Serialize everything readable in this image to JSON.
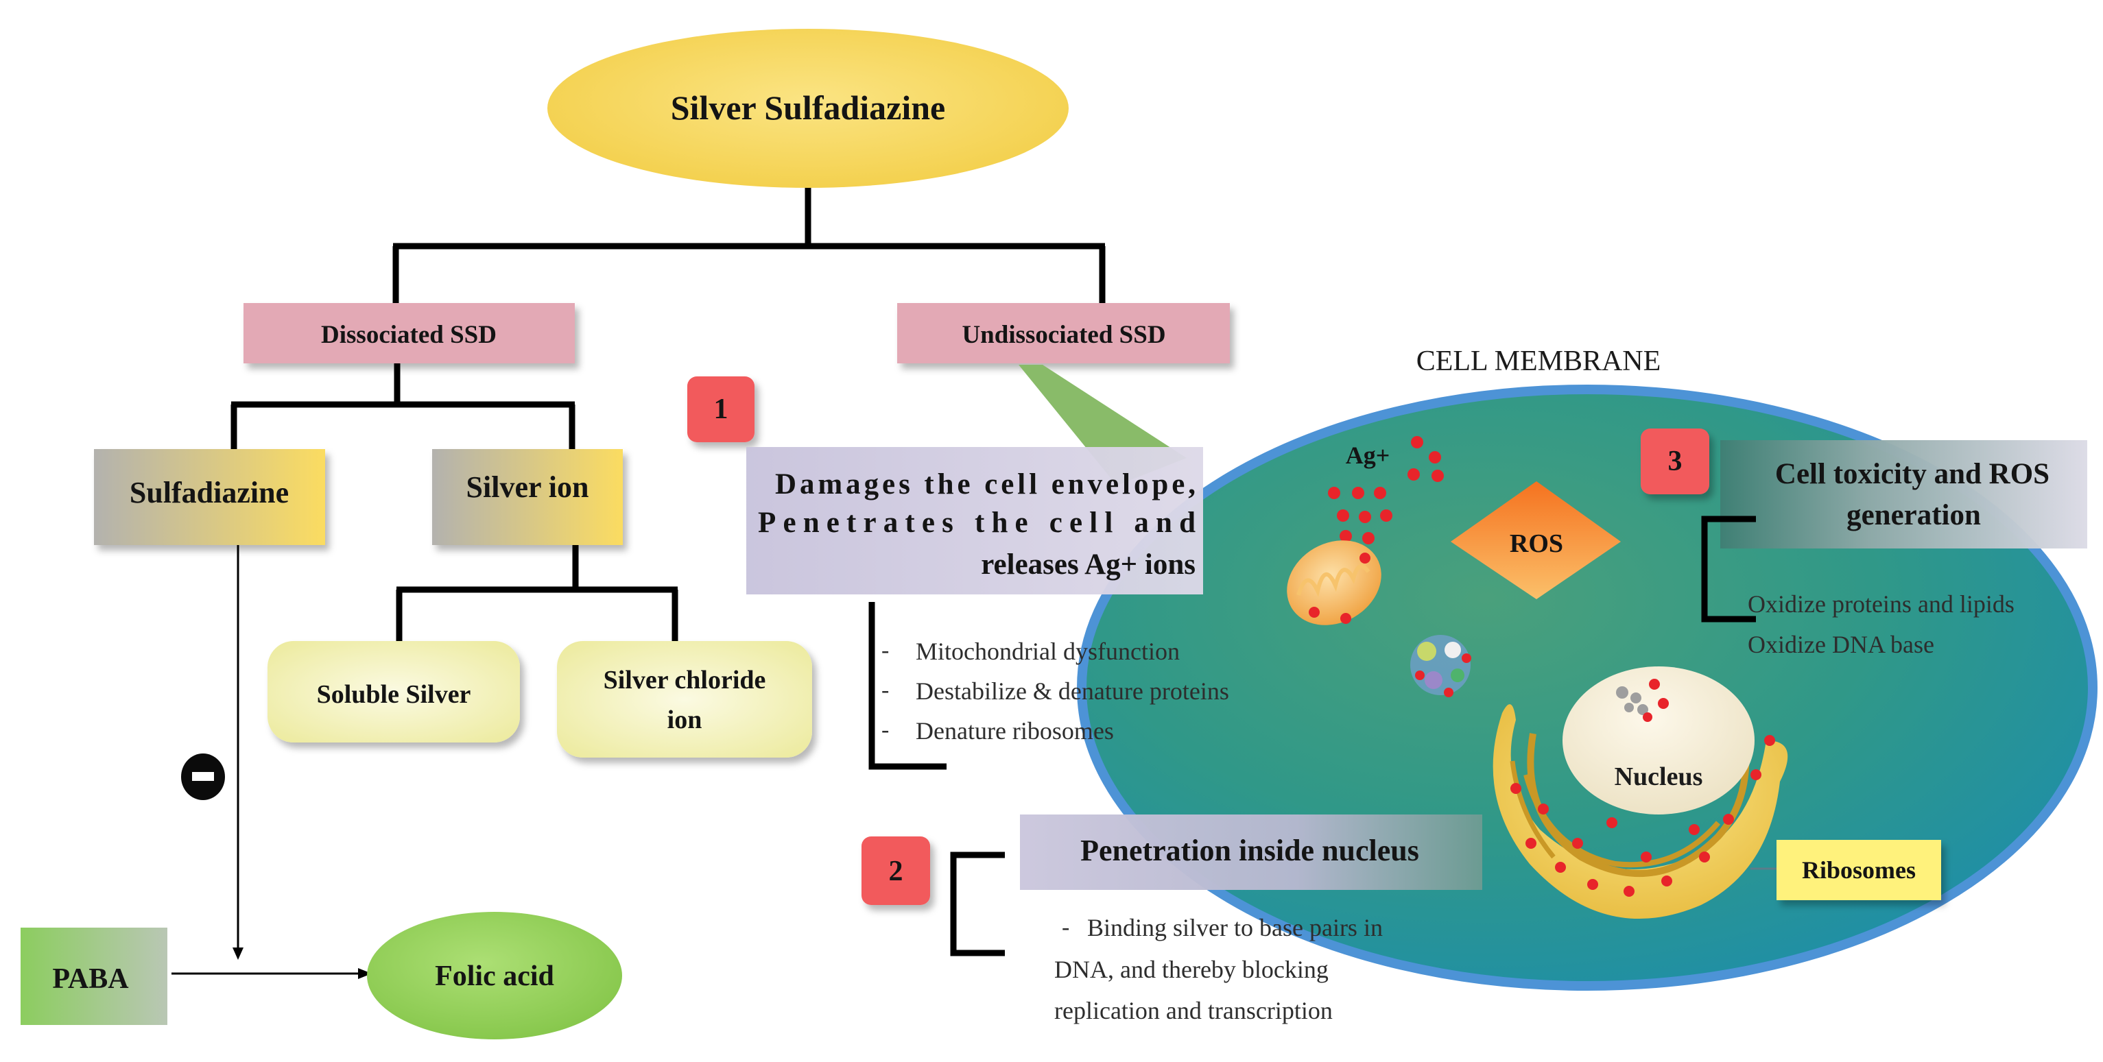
{
  "title": "Silver Sulfadiazine",
  "branches": {
    "dissociated": "Dissociated SSD",
    "undissociated": "Undissociated SSD"
  },
  "dissociated_children": {
    "sulfadiazine": "Sulfadiazine",
    "silver_ion": "Silver ion",
    "soluble_silver": "Soluble Silver",
    "silver_chloride_ion": [
      "Silver chloride",
      "ion"
    ]
  },
  "inhibition_symbol": "−",
  "paba": "PABA",
  "folic_acid": "Folic acid",
  "cell_membrane": "CELL MEMBRANE",
  "steps": [
    {
      "number": "1",
      "heading": [
        "Damages the cell envelope,",
        "Penetrates the cell and",
        "releases Ag+ ions"
      ],
      "effects": [
        "Mitochondrial dysfunction",
        "Destabilize & denature proteins",
        "Denature ribosomes"
      ]
    },
    {
      "number": "2",
      "heading": [
        "Penetration inside nucleus"
      ],
      "effects": [
        "Binding silver to base pairs in",
        "DNA, and thereby blocking",
        "replication and transcription"
      ]
    },
    {
      "number": "3",
      "heading": [
        "Cell toxicity and ROS",
        "generation"
      ],
      "effects": [
        "Oxidize proteins and lipids",
        "Oxidize DNA base"
      ]
    }
  ],
  "cell_labels": {
    "ag": "Ag+",
    "ros": "ROS",
    "nucleus": "Nucleus",
    "ribosomes": "Ribosomes"
  },
  "colors": {
    "title_fill": "#f6d554",
    "branch_fill": "#e4aab6",
    "leaf_fill": "#f1ecb1",
    "step_badge": "#f25a5c",
    "cell_fill": "#2e9a98",
    "cell_border": "#4f8fd2",
    "ros_fill": "#f6902e",
    "folic_fill": "#93d25a",
    "paba_fill": "#93c96b",
    "ribosome_label": "#fff27c"
  }
}
